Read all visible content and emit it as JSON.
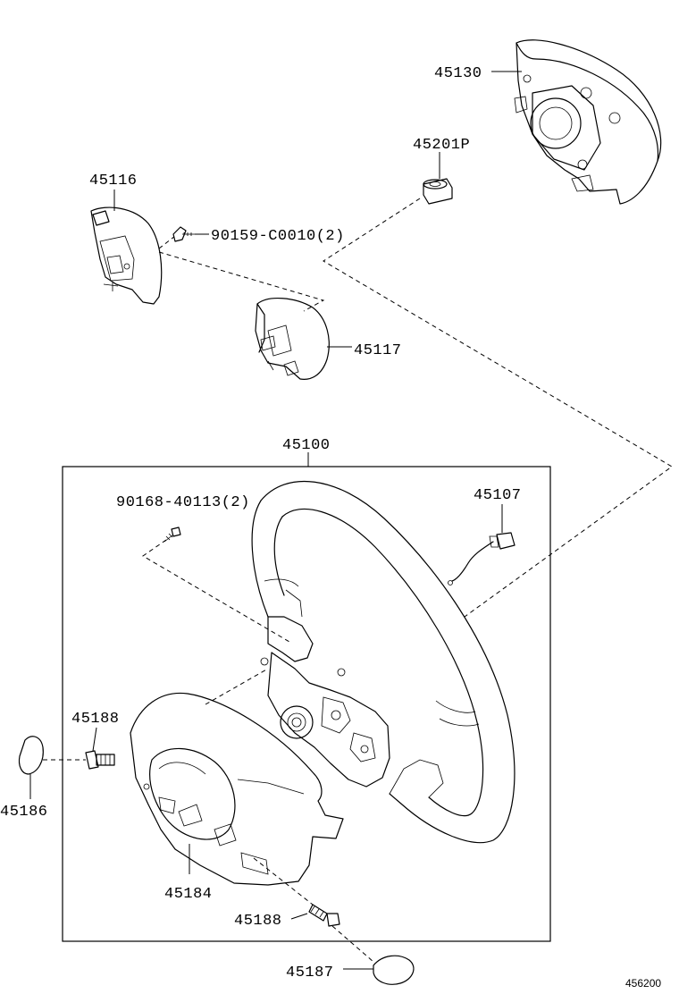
{
  "parts": {
    "p45130": "45130",
    "p45201p": "45201P",
    "p45116": "45116",
    "p90159": "90159-C0010(2)",
    "p45117": "45117",
    "p45100": "45100",
    "p90168": "90168-40113(2)",
    "p45107": "45107",
    "p45188a": "45188",
    "p45186": "45186",
    "p45184": "45184",
    "p45188b": "45188",
    "p45187": "45187"
  },
  "figure_code": "456200"
}
